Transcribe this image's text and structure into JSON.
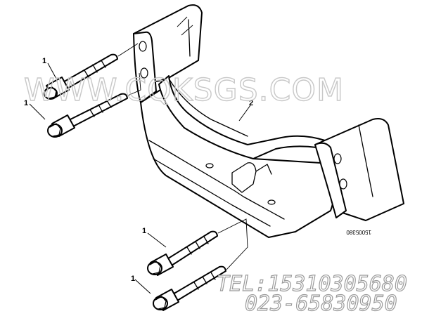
{
  "callouts": {
    "bolt_upper_a": "1",
    "bolt_upper_b": "1",
    "bracket": "2",
    "bolt_lower_a": "1",
    "bolt_lower_b": "1"
  },
  "watermark": {
    "site": "WWW.CQKSGS.COM"
  },
  "contact": {
    "tel": "TEL:15310305680",
    "phone": "023-65830950"
  },
  "part_number": "15005380",
  "colors": {
    "line": "#000000",
    "watermark": "#c8c8c8",
    "contact_outline": "#9a9a9a",
    "background": "#ffffff"
  }
}
